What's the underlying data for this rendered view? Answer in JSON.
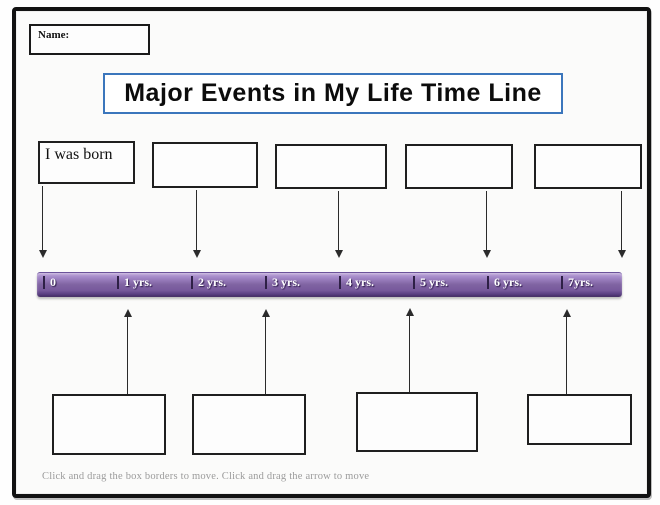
{
  "page": {
    "name_label": "Name:",
    "title": "Major Events in My Life Time Line",
    "footer_note": "Click and drag the box borders to move. Click and drag the arrow to move"
  },
  "timeline": {
    "labels": [
      "0",
      "1 yrs.",
      "2 yrs.",
      "3 yrs.",
      "4 yrs.",
      "5 yrs.",
      "6 yrs.",
      "7yrs."
    ]
  },
  "top_boxes": [
    {
      "label": "I was born"
    },
    {
      "label": ""
    },
    {
      "label": ""
    },
    {
      "label": ""
    },
    {
      "label": ""
    }
  ],
  "bottom_boxes": [
    {
      "label": ""
    },
    {
      "label": ""
    },
    {
      "label": ""
    },
    {
      "label": ""
    }
  ],
  "colors": {
    "accent_blue": "#3b76bc",
    "bar_light": "#bca5d8",
    "bar_mid": "#8064a2",
    "bar_dark": "#5a3f82",
    "bar_edge": "#40285f",
    "ink": "#1a1a1a",
    "note_gray": "#9b9b9b"
  }
}
